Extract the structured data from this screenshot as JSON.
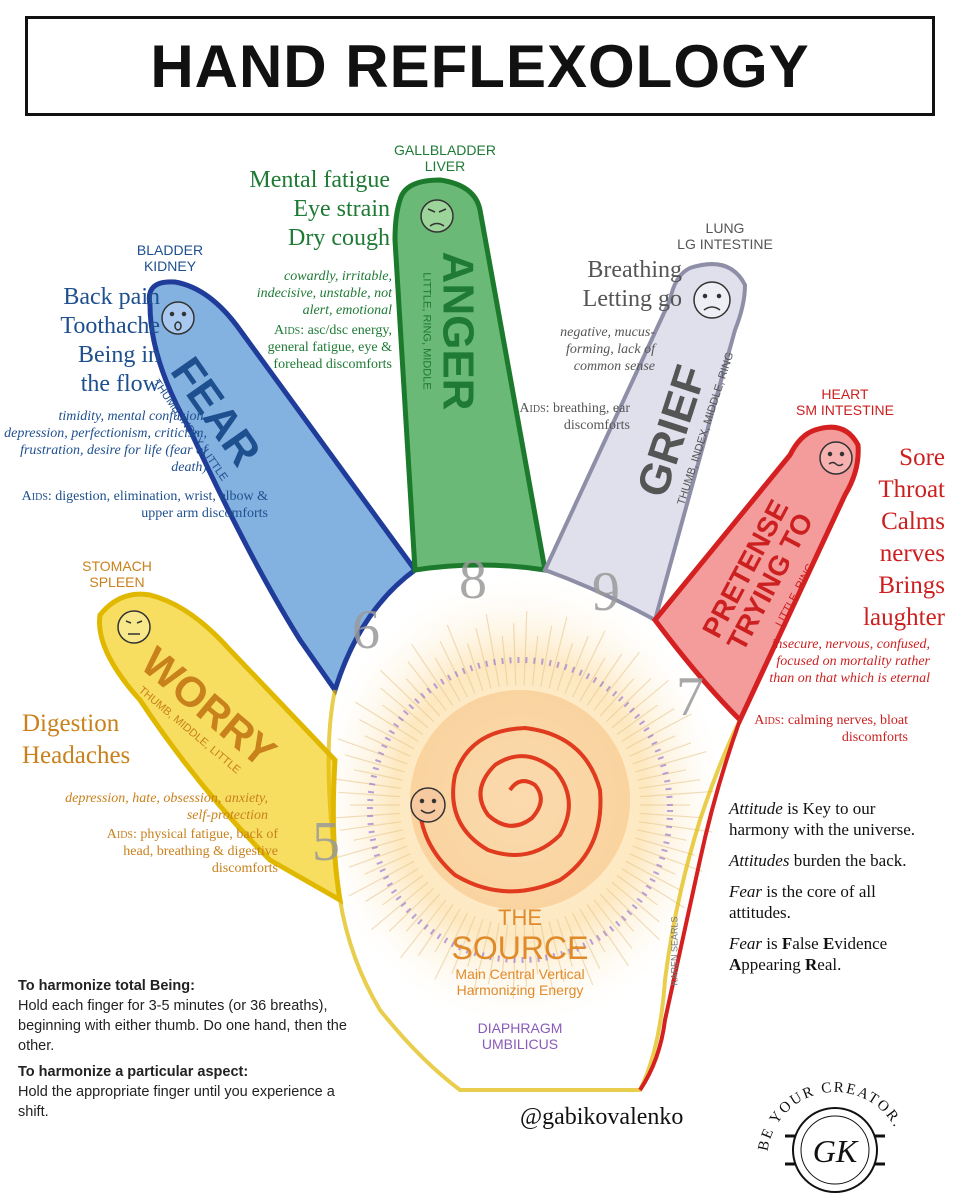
{
  "title": "HAND REFLEXOLOGY",
  "fingers": {
    "gallbladder": {
      "organs": "GALLBLADDER\nLIVER",
      "symptoms": "Mental fatigue\nEye strain\nDry cough",
      "emotion": "ANGER",
      "fingers_list": "LITTLE, RING, MIDDLE",
      "traits": "cowardly, irritable, indecisive, unstable, not alert, emotional",
      "aids_label": "Aids:",
      "aids": "asc/dsc energy, general fatigue, eye & forehead discomforts",
      "number": "8"
    },
    "bladder": {
      "organs": "BLADDER\nKIDNEY",
      "symptoms": "Back pain\nToothache\nBeing in\nthe flow",
      "emotion": "FEAR",
      "fingers_list": "THUMB, INDEX, LITTLE",
      "traits": "timidity, mental confusion, depression, perfectionism, criticism, frustration, desire for life (fear of death)",
      "aids_label": "Aids:",
      "aids": "digestion, elimination, wrist, elbow & upper arm discomforts",
      "number": "6"
    },
    "lung": {
      "organs": "LUNG\nLG INTESTINE",
      "symptoms": "Breathing\nLetting go",
      "emotion": "GRIEF",
      "fingers_list": "THUMB, INDEX, MIDDLE, RING",
      "traits": "negative, mucus-forming, lack of common sense",
      "aids_label": "Aids:",
      "aids": "breathing, ear discomforts",
      "number": "9"
    },
    "heart": {
      "organs": "HEART\nSM INTESTINE",
      "symptoms": "Sore\nThroat\nCalms\nnerves\nBrings\nlaughter",
      "emotion": "PRETENSE",
      "emotion2": "TRYING TO",
      "fingers_list": "LITTLE, RING",
      "traits": "insecure, nervous, confused, focused on mortality rather than on that which is eternal",
      "aids_label": "Aids:",
      "aids": "calming nerves, bloat discomforts",
      "number": "7"
    },
    "stomach": {
      "organs": "STOMACH\nSPLEEN",
      "symptoms": "Digestion\nHeadaches",
      "emotion": "WORRY",
      "fingers_list": "THUMB, MIDDLE, LITTLE",
      "traits": "depression, hate, obsession, anxiety, self-protection",
      "aids_label": "Aids:",
      "aids": "physical fatigue, back of head, breathing & digestive discomforts",
      "number": "5"
    }
  },
  "source": {
    "the": "THE",
    "title": "SOURCE",
    "subtitle": "Main Central Vertical\nHarmonizing Energy",
    "organs": "DIAPHRAGM\nUMBILICUS"
  },
  "attitude": {
    "p1_em": "Attitude",
    "p1": " is Key to our harmony with the universe.",
    "p2_em": "Attitudes",
    "p2": " burden the back.",
    "p3_em": "Fear",
    "p3": " is the core of all attitudes.",
    "p4_em": "Fear",
    "p4a": " is ",
    "p4_f": "F",
    "p4b": "alse ",
    "p4_e": "E",
    "p4c": "vidence ",
    "p4_a": "A",
    "p4d": "ppearing ",
    "p4_r": "R",
    "p4e": "eal."
  },
  "harmonize": {
    "heading1": "To harmonize total Being:",
    "text1": "Hold each finger for 3-5 minutes (or 36 breaths), beginning with either thumb. Do one hand, then the other.",
    "heading2": "To harmonize a particular aspect:",
    "text2": "Hold the appropriate finger until you experience a shift."
  },
  "handle": "@gabikovalenko",
  "artist": "KAREN SEARLS",
  "logo": {
    "arc_text": "BE YOUR CREATOR.",
    "initials": "GK"
  },
  "colors": {
    "green": "#2f9a3e",
    "blue": "#2a66b8",
    "grey": "#9b9bb0",
    "red": "#e0242b",
    "yellow": "#f0c52a"
  }
}
